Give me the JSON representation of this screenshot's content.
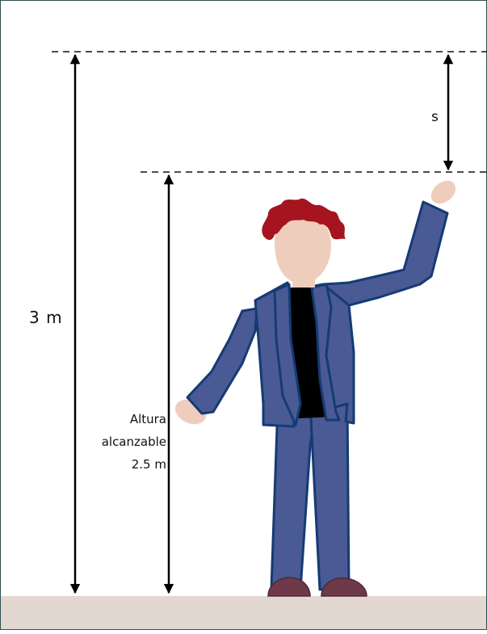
{
  "labels": {
    "total_height": "3 m",
    "gap": "s",
    "reach_line1": "Altura",
    "reach_line2": "alcanzable",
    "reach_line3": "2.5 m"
  },
  "colors": {
    "floor": "#e2d7d1",
    "jacket": "#4a5a94",
    "jacket_outline": "#153b73",
    "shirt": "#000000",
    "skin": "#efcdbd",
    "hair": "#a5141f",
    "shoes": "#6e3a4a",
    "frame": "#2f4f4f"
  }
}
